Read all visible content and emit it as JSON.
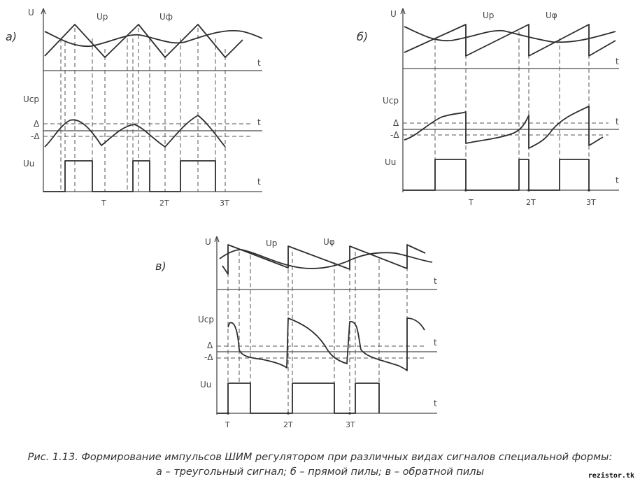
{
  "panels": [
    {
      "id": "a",
      "label": "а)",
      "top_plot": {
        "y_label": "U",
        "t_label": "t",
        "sig_labels": [
          "Uр",
          "Uф"
        ]
      },
      "mid_plot": {
        "y_label": "Uср",
        "t_label": "t",
        "threshold_labels": [
          "Δ",
          "-Δ"
        ]
      },
      "bottom_plot": {
        "y_label": "Uu",
        "t_label": "t"
      },
      "period_labels": [
        "T",
        "2T",
        "3T"
      ]
    },
    {
      "id": "b",
      "label": "б)",
      "top_plot": {
        "y_label": "U",
        "t_label": "t",
        "sig_labels": [
          "Uр",
          "Uφ"
        ]
      },
      "mid_plot": {
        "y_label": "Uср",
        "t_label": "t",
        "threshold_labels": [
          "Δ",
          "-Δ"
        ]
      },
      "bottom_plot": {
        "y_label": "Uu",
        "t_label": "t"
      },
      "period_labels": [
        "T",
        "2T",
        "3T"
      ]
    },
    {
      "id": "v",
      "label": "в)",
      "top_plot": {
        "y_label": "U",
        "t_label": "t",
        "sig_labels": [
          "Up",
          "Uφ"
        ]
      },
      "mid_plot": {
        "y_label": "Ucp",
        "t_label": "t",
        "threshold_labels": [
          "Δ",
          "-Δ"
        ]
      },
      "bottom_plot": {
        "y_label": "Uu",
        "t_label": "t"
      },
      "period_labels": [
        "T",
        "2T",
        "3T"
      ]
    }
  ],
  "caption_line1": "Рис. 1.13. Формирование импульсов ШИМ регулятором при различных видах сигналов специальной формы:",
  "caption_line2": "а – треугольный сигнал; б – прямой пилы; в – обратной пилы",
  "watermark": "rezistor.tk"
}
